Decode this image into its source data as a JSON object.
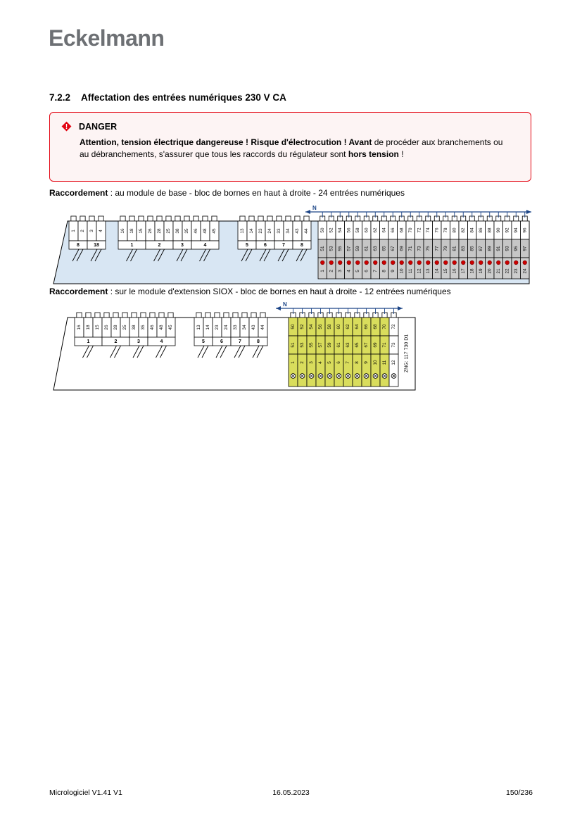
{
  "page": {
    "logo": "Eckelmann",
    "footer": {
      "left": "Micrologiciel V1.41 V1",
      "center": "16.05.2023",
      "right": "150/236"
    }
  },
  "section": {
    "number": "7.2.2",
    "title": "Affectation des entrées numériques 230 V CA"
  },
  "danger": {
    "title": "DANGER",
    "icon_glyph": "!",
    "border_color": "#e30613",
    "body": [
      {
        "bold": true,
        "text": "Attention, tension électrique dangereuse ! Risque d'électrocution ! Avant"
      },
      {
        "bold": false,
        "text": " de procéder aux branchements ou au débranchements, s'assurer que tous les raccords du régulateur sont "
      },
      {
        "bold": true,
        "text": "hors tension"
      },
      {
        "bold": false,
        "text": " !"
      }
    ]
  },
  "connection1": {
    "label": "Raccordement",
    "text": " : au module de base - bloc de bornes en haut à droite - 24 entrées numériques"
  },
  "connection2": {
    "label": "Raccordement",
    "text": " : sur le module d'extension SIOX - bloc de bornes en haut à droite - 12 entrées numériques"
  },
  "diagram_base": {
    "n_label": "N",
    "bg_color": "#d8e6f3",
    "bus_color": "#1c4587",
    "blocks": [
      {
        "terminals": [
          "1",
          "2",
          "3",
          "4"
        ],
        "groups": [
          {
            "label": "8",
            "span": 2
          },
          {
            "label": "18",
            "span": 2
          }
        ]
      },
      {
        "terminals": [
          "16",
          "18",
          "15",
          "26",
          "28",
          "25",
          "38",
          "35",
          "46",
          "48",
          "45"
        ],
        "groups": [
          {
            "label": "1",
            "span": 3
          },
          {
            "label": "2",
            "span": 3
          },
          {
            "label": "3",
            "span": 2
          },
          {
            "label": "4",
            "span": 3
          }
        ]
      },
      {
        "terminals": [
          "13",
          "14",
          "23",
          "24",
          "33",
          "34",
          "43",
          "44"
        ],
        "groups": [
          {
            "label": "5",
            "span": 2
          },
          {
            "label": "6",
            "span": 2
          },
          {
            "label": "7",
            "span": 2
          },
          {
            "label": "8",
            "span": 2
          }
        ]
      }
    ],
    "input_block": {
      "even_terminals": [
        "50",
        "52",
        "54",
        "56",
        "58",
        "60",
        "62",
        "64",
        "66",
        "68",
        "70",
        "72",
        "74",
        "76",
        "78",
        "80",
        "82",
        "84",
        "86",
        "88",
        "90",
        "92",
        "94",
        "96"
      ],
      "odd_terminals": [
        "51",
        "53",
        "55",
        "57",
        "59",
        "61",
        "63",
        "65",
        "67",
        "69",
        "71",
        "73",
        "75",
        "77",
        "79",
        "81",
        "83",
        "85",
        "87",
        "89",
        "91",
        "93",
        "95",
        "97"
      ],
      "inputs": [
        "1",
        "2",
        "3",
        "4",
        "5",
        "6",
        "7",
        "8",
        "9",
        "10",
        "11",
        "12",
        "13",
        "14",
        "15",
        "16",
        "17",
        "18",
        "19",
        "20",
        "21",
        "22",
        "23",
        "24"
      ],
      "odd_row_color": "#c6c6c6",
      "input_row_color": "#cdcdcd",
      "dot_color": "#cc0000"
    }
  },
  "diagram_siox": {
    "n_label": "N",
    "zng": "ZNG: 117 730 D1",
    "bg_color": "#ffffff",
    "bus_color": "#1c4587",
    "highlight_color": "#d9dd5c",
    "blocks": [
      {
        "terminals": [
          "16",
          "18",
          "15",
          "26",
          "28",
          "25",
          "38",
          "35",
          "46",
          "48",
          "45"
        ],
        "groups": [
          {
            "label": "1",
            "span": 3
          },
          {
            "label": "2",
            "span": 3
          },
          {
            "label": "3",
            "span": 2
          },
          {
            "label": "4",
            "span": 3
          }
        ]
      },
      {
        "terminals": [
          "13",
          "14",
          "23",
          "24",
          "33",
          "34",
          "43",
          "44"
        ],
        "groups": [
          {
            "label": "5",
            "span": 2
          },
          {
            "label": "6",
            "span": 2
          },
          {
            "label": "7",
            "span": 2
          },
          {
            "label": "8",
            "span": 2
          }
        ]
      }
    ],
    "input_block": {
      "even_terminals": [
        "50",
        "52",
        "54",
        "56",
        "58",
        "60",
        "62",
        "64",
        "66",
        "68",
        "70",
        "72"
      ],
      "odd_terminals": [
        "51",
        "53",
        "55",
        "57",
        "59",
        "61",
        "63",
        "65",
        "67",
        "69",
        "71",
        "73"
      ],
      "inputs": [
        "1",
        "2",
        "3",
        "4",
        "5",
        "6",
        "7",
        "8",
        "9",
        "10",
        "11",
        "12"
      ],
      "highlight_count": 11
    }
  }
}
